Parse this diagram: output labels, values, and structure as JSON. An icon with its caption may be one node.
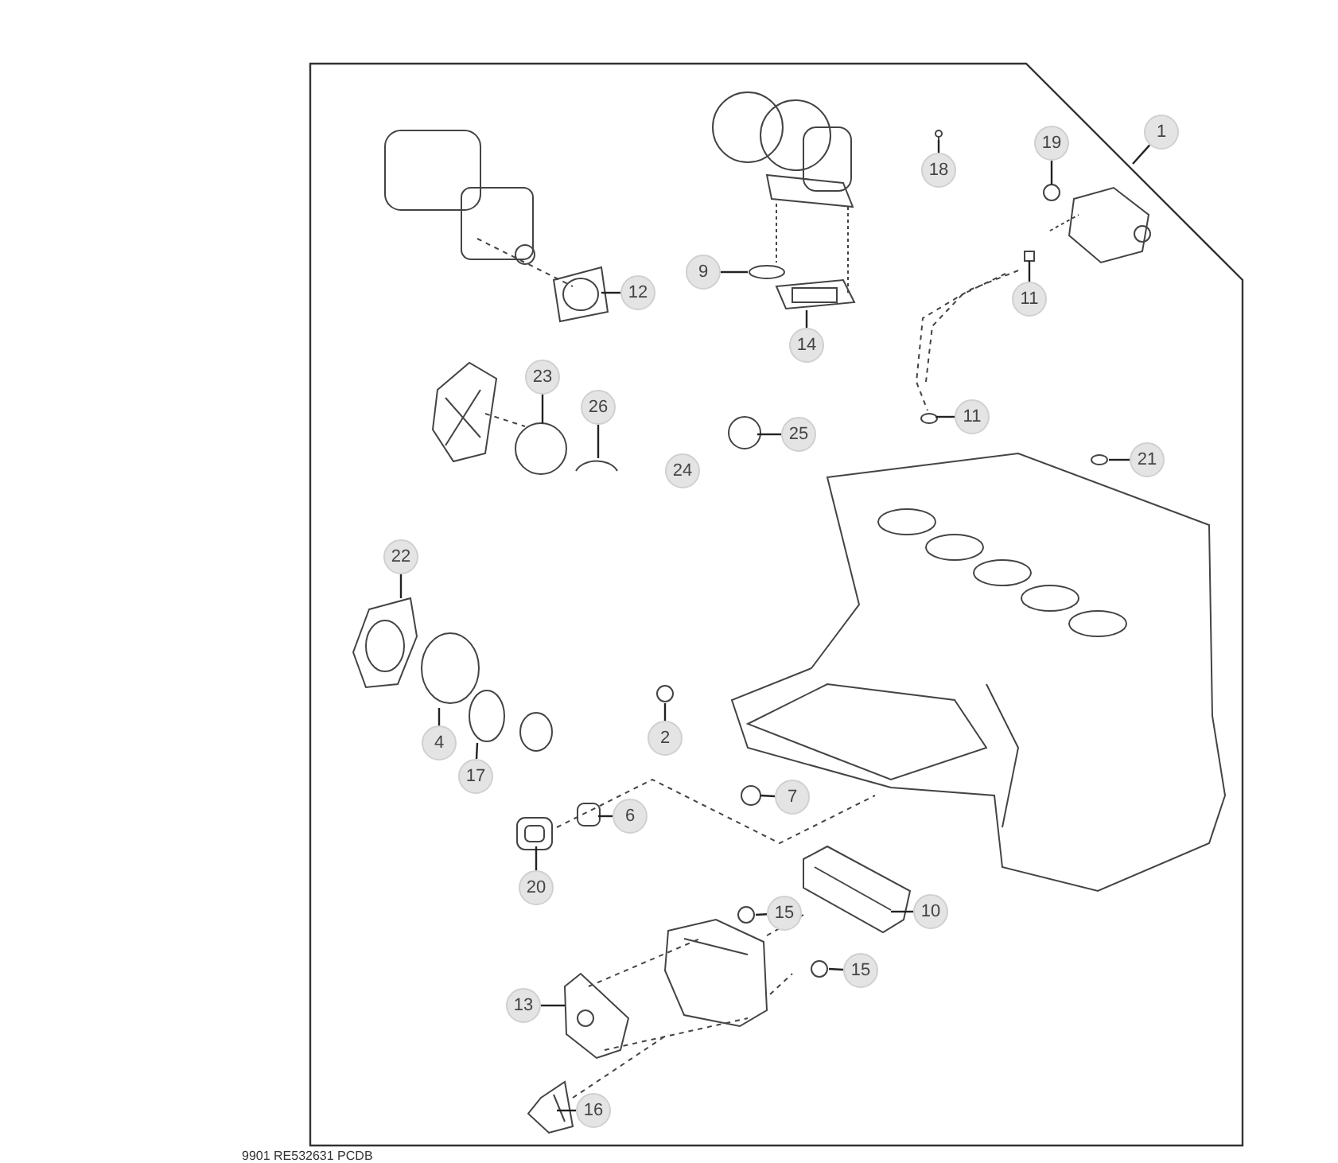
{
  "diagram": {
    "nodes": [
      {
        "text": [
          "1"
        ]
      },
      {
        "text": [
          "19"
        ]
      },
      {
        "text": [
          "18"
        ]
      },
      {
        "text": [
          "12"
        ]
      },
      {
        "text": [
          "9"
        ]
      },
      {
        "text": [
          "11"
        ]
      },
      {
        "text": [
          "14"
        ]
      },
      {
        "text": [
          "11"
        ]
      },
      {
        "text": [
          "23"
        ]
      },
      {
        "text": [
          "26"
        ]
      },
      {
        "text": [
          "25"
        ]
      },
      {
        "text": [
          "21"
        ]
      },
      {
        "text": [
          "24"
        ]
      },
      {
        "text": [
          "22"
        ]
      },
      {
        "text": [
          "4"
        ]
      },
      {
        "text": [
          "17"
        ]
      },
      {
        "text": [
          "2"
        ]
      },
      {
        "text": [
          "7"
        ]
      },
      {
        "text": [
          "6"
        ]
      },
      {
        "text": [
          "20"
        ]
      },
      {
        "text": [
          "10"
        ]
      },
      {
        "text": [
          "15"
        ]
      },
      {
        "text": [
          "15"
        ]
      },
      {
        "text": [
          "13"
        ]
      },
      {
        "text": [
          "16"
        ]
      }
    ],
    "edges": [
      {
        "from": 0,
        "to": null,
        "arrow": "none"
      },
      {
        "from": 1,
        "to": null,
        "arrow": "none"
      },
      {
        "from": 2,
        "to": null,
        "arrow": "none"
      },
      {
        "from": 3,
        "to": null,
        "arrow": "none"
      },
      {
        "from": 4,
        "to": null,
        "arrow": "none"
      },
      {
        "from": 5,
        "to": null,
        "arrow": "none"
      },
      {
        "from": 6,
        "to": null,
        "arrow": "none"
      },
      {
        "from": 7,
        "to": null,
        "arrow": "none"
      },
      {
        "from": 8,
        "to": null,
        "arrow": "none"
      },
      {
        "from": 9,
        "to": null,
        "arrow": "none"
      },
      {
        "from": 10,
        "to": null,
        "arrow": "none"
      },
      {
        "from": 11,
        "to": null,
        "arrow": "none"
      },
      {
        "from": 13,
        "to": null,
        "arrow": "none"
      },
      {
        "from": 14,
        "to": null,
        "arrow": "none"
      },
      {
        "from": 15,
        "to": null,
        "arrow": "none"
      },
      {
        "from": 16,
        "to": null,
        "arrow": "none"
      },
      {
        "from": 17,
        "to": null,
        "arrow": "none"
      },
      {
        "from": 18,
        "to": null,
        "arrow": "none"
      },
      {
        "from": 19,
        "to": null,
        "arrow": "none"
      },
      {
        "from": 20,
        "to": null,
        "arrow": "none"
      },
      {
        "from": 21,
        "to": null,
        "arrow": "none"
      },
      {
        "from": 22,
        "to": null,
        "arrow": "none"
      },
      {
        "from": 23,
        "to": null,
        "arrow": "none"
      },
      {
        "from": 24,
        "to": null,
        "arrow": "none"
      }
    ],
    "labels": [
      "9901  RE532631  PCDB"
    ]
  }
}
